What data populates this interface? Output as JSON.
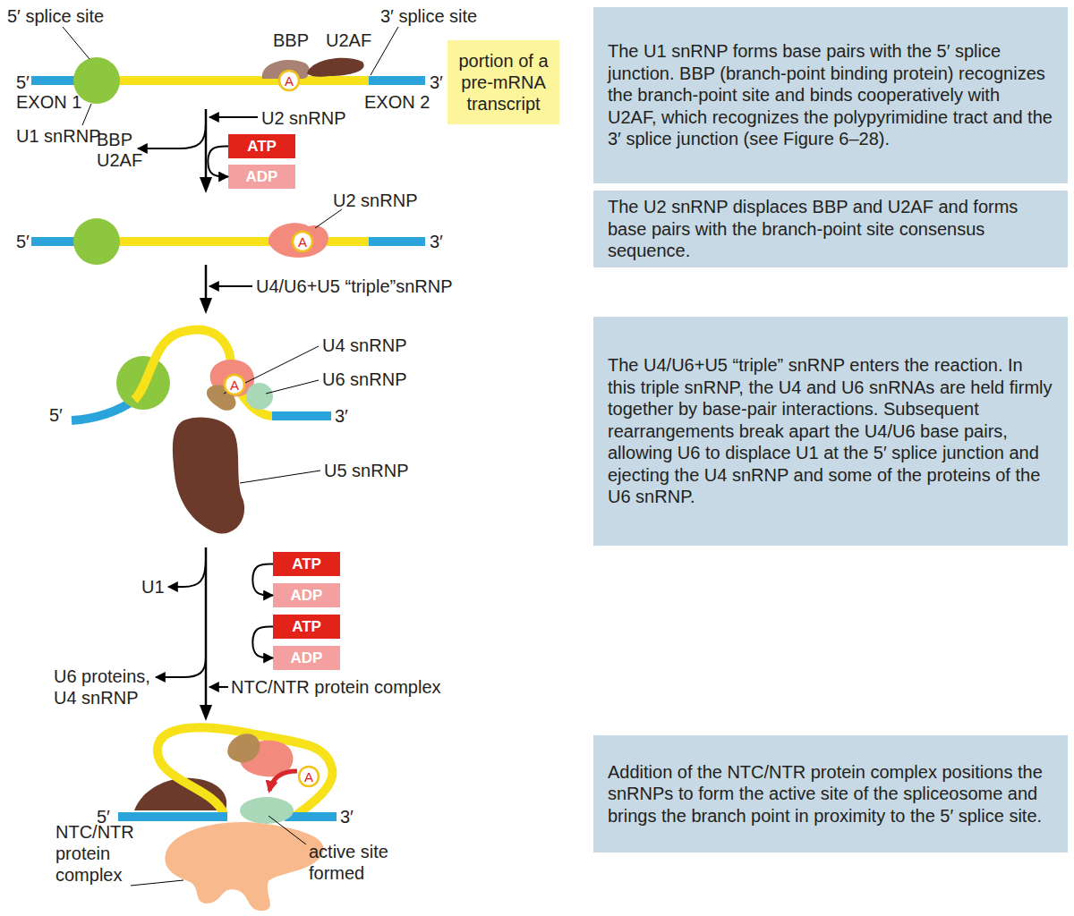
{
  "diagram": {
    "nodes": [
      {
        "text": [
          "A"
        ]
      },
      {
        "text": [
          "portion of a pre-mRNA transcript"
        ]
      },
      {
        "text": [
          "The U1 snRNP forms base pairs with the 5′ splice junction. BBP (branch-point binding protein) recognizes the branch-point site and binds cooperatively with U2AF, which recognizes the polypyrimidine tract and the 3′ splice junction (see Figure 6–28)."
        ]
      },
      {
        "text": [
          "ATP"
        ]
      },
      {
        "text": [
          "ADP"
        ]
      },
      {
        "text": [
          "A"
        ]
      },
      {
        "text": [
          "The U2 snRNP displaces BBP and U2AF and forms base pairs with the branch-point site consensus sequence."
        ]
      },
      {
        "text": [
          "A"
        ]
      },
      {
        "text": [
          "The U4/U6+U5 “triple” snRNP enters the reaction. In this triple snRNP, the U4 and U6 snRNAs are held firmly together by base-pair interactions. Subsequent rearrangements break apart the U4/U6 base pairs, allowing U6 to displace U1 at the 5′ splice junction and ejecting the U4 snRNP and some of the proteins of the U6 snRNP."
        ]
      },
      {
        "text": [
          "ATP"
        ]
      },
      {
        "text": [
          "ADP"
        ]
      },
      {
        "text": [
          "ATP"
        ]
      },
      {
        "text": [
          "ADP"
        ]
      },
      {
        "text": [
          "A"
        ]
      },
      {
        "text": [
          "Addition of the NTC/NTR protein complex positions the snRNPs to form the active site of the spliceosome and brings the branch point in proximity to the 5′ splice site."
        ]
      }
    ],
    "edges": [
      {
        "from": 3,
        "to": 4,
        "arrow": "to"
      },
      {
        "from": 9,
        "to": 10,
        "arrow": "to"
      },
      {
        "from": 11,
        "to": 12,
        "arrow": "to"
      }
    ],
    "labels": [
      "5′ splice site",
      "3′ splice site",
      "BBP",
      "U2AF",
      "5′",
      "EXON 1",
      "3′",
      "EXON 2",
      "U1 snRNP",
      "U2 snRNP",
      "BBP",
      "U2AF",
      "U2 snRNP",
      "5′",
      "3′",
      "U4/U6+U5 “triple”snRNP",
      "U4 snRNP",
      "U6 snRNP",
      "5′",
      "3′",
      "U5 snRNP",
      "U1",
      "U6 proteins,",
      "U4 snRNP",
      "NTC/NTR protein complex",
      "5′",
      "3′",
      "NTC/NTR protein complex",
      "active site formed"
    ]
  }
}
